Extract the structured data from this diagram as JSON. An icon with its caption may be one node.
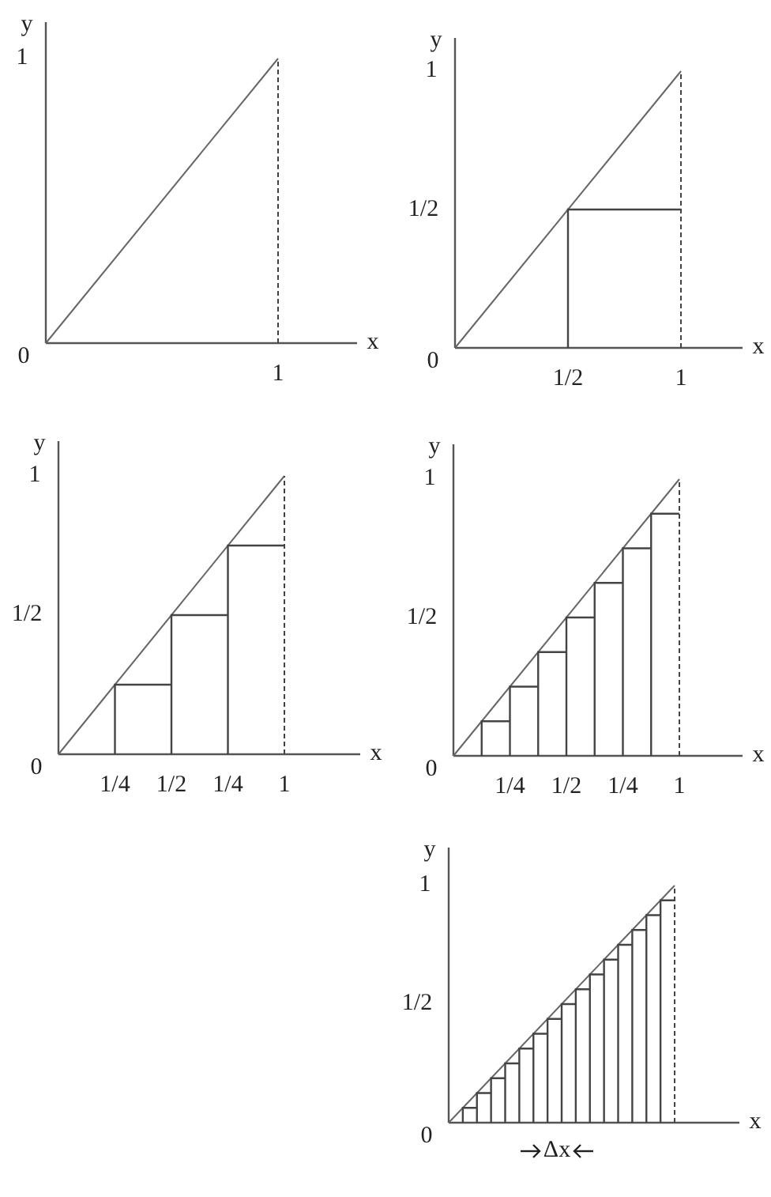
{
  "diagram": {
    "labels": [
      "y",
      "1",
      "0",
      "1",
      "x",
      "y",
      "1",
      "1/2",
      "0",
      "1/2",
      "1",
      "x",
      "y",
      "1",
      "1/2",
      "0",
      "1/4",
      "1/2",
      "1/4",
      "1",
      "x",
      "y",
      "1",
      "1/2",
      "0",
      "1/4",
      "1/2",
      "1/4",
      "1",
      "x",
      "y",
      "1",
      "1/2",
      "0",
      "x",
      "Δx"
    ]
  }
}
